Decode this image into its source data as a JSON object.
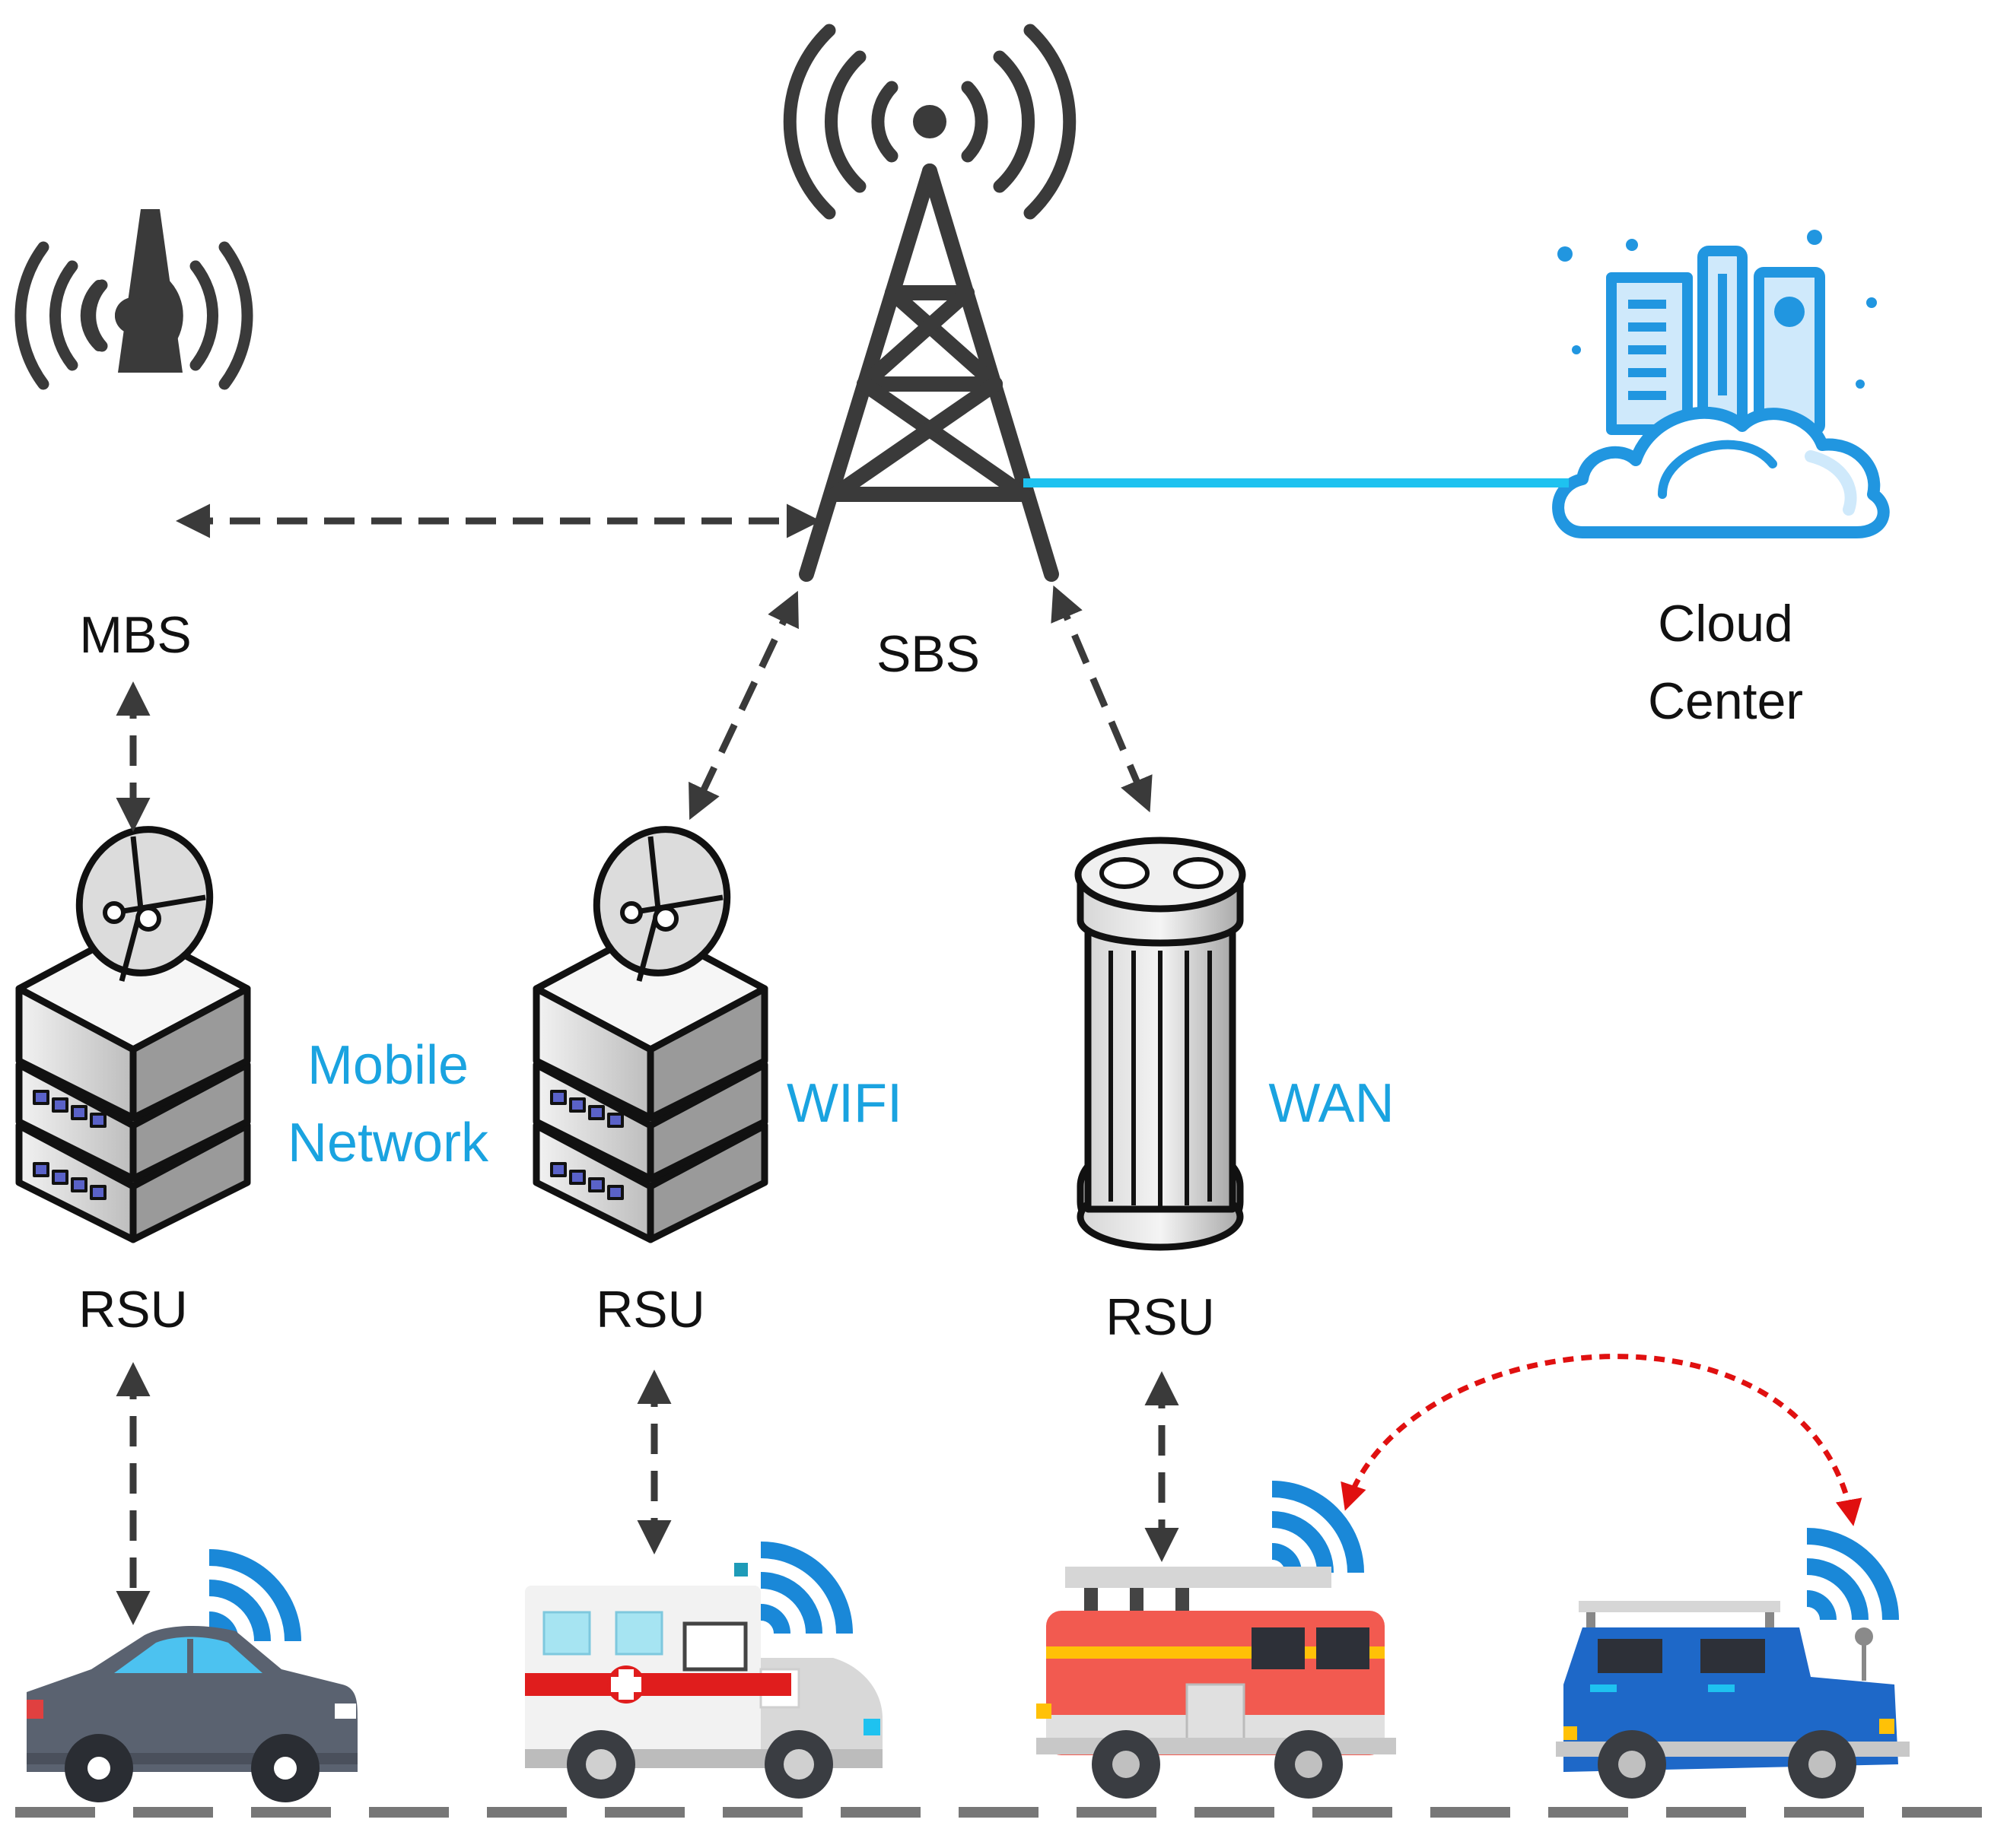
{
  "labels": {
    "mbs": "MBS",
    "sbs": "SBS",
    "cloud_line1": "Cloud",
    "cloud_line2": "Center",
    "rsu_left": "RSU",
    "rsu_middle": "RSU",
    "rsu_right": "RSU",
    "network_mobile_line1": "Mobile",
    "network_mobile_line2": "Network",
    "network_wifi": "WIFI",
    "network_wan": "WAN"
  },
  "colors": {
    "dark_gray": "#3a3a3a",
    "network_blue": "#1aa3e0",
    "cloud_blue": "#2196e0",
    "v2v_red": "#e01010",
    "road_gray": "#777777"
  },
  "icons": {
    "mbs": "cell-antenna-icon",
    "sbs": "lattice-tower-icon",
    "cloud": "cloud-datacenter-icon",
    "rsu_server": "server-with-dish-icon",
    "rsu_cylinder": "cylinder-antenna-icon",
    "car": "car-icon",
    "ambulance": "ambulance-icon",
    "fire_truck": "fire-truck-icon",
    "jeep": "jeep-icon",
    "wifi": "wireless-signal-icon"
  }
}
